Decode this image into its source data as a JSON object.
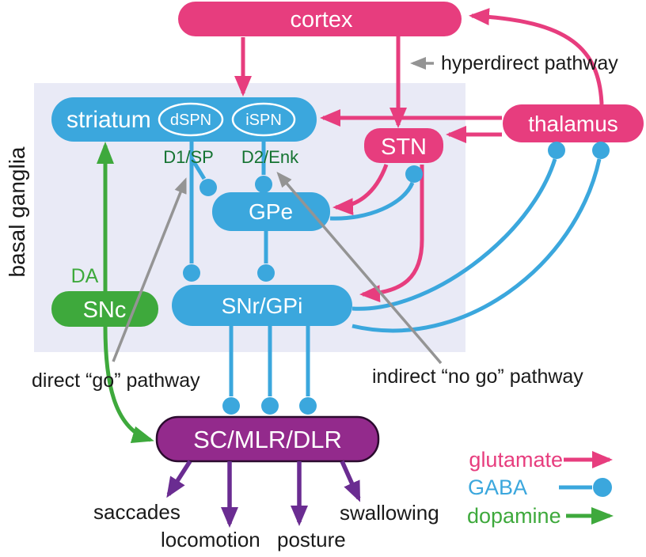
{
  "figure": {
    "region_label": "basal ganglia",
    "nodes": {
      "cortex": "cortex",
      "striatum": "striatum",
      "dspn": "dSPN",
      "ispn": "iSPN",
      "stn": "STN",
      "thalamus": "thalamus",
      "gpe": "GPe",
      "snc": "SNc",
      "snr_gpi": "SNr/GPi",
      "sc_mlr_dlr": "SC/MLR/DLR"
    },
    "annotations": {
      "hyperdirect": "hyperdirect pathway",
      "direct": "direct “go” pathway",
      "indirect": "indirect “no go” pathway",
      "da": "DA",
      "d1sp": "D1/SP",
      "d2enk": "D2/Enk"
    },
    "outputs": [
      "saccades",
      "locomotion",
      "posture",
      "swallowing"
    ],
    "legend": [
      {
        "label": "glutamate",
        "color": "#e73d7e",
        "terminal": "arrow"
      },
      {
        "label": "GABA",
        "color": "#3ba7dd",
        "terminal": "circle"
      },
      {
        "label": "dopamine",
        "color": "#3ea93c",
        "terminal": "arrow"
      }
    ],
    "colors": {
      "glutamate": "#e73d7e",
      "gaba": "#3ba7dd",
      "dopamine": "#3ea93c",
      "output_box": "#932a8c",
      "output_arrow": "#6a2c91",
      "receptor_text": "#147331",
      "basal_ganglia_bg": "#e9eaf6",
      "annotation_gray": "#949494"
    }
  }
}
